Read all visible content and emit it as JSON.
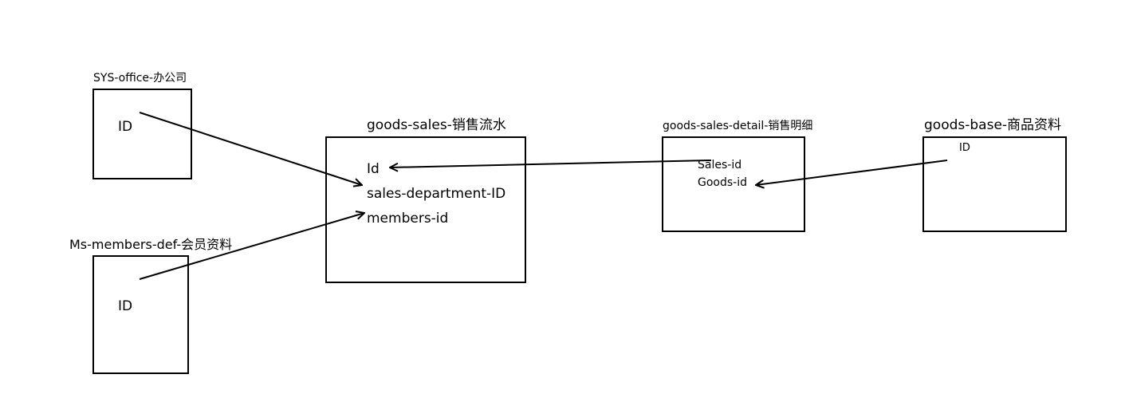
{
  "entities": {
    "sys_office": {
      "title": "SYS-office-办公司",
      "fields": [
        "ID"
      ]
    },
    "members": {
      "title": "Ms-members-def-会员资料",
      "fields": [
        "ID"
      ]
    },
    "goods_sales": {
      "title": "goods-sales-销售流水",
      "fields": [
        "Id",
        "sales-department-ID",
        "members-id"
      ]
    },
    "goods_sales_detail": {
      "title": "goods-sales-detail-销售明细",
      "fields": [
        "Sales-id",
        "Goods-id"
      ]
    },
    "goods_base": {
      "title": "goods-base-商品资料",
      "fields": [
        "ID"
      ]
    }
  },
  "relations": [
    {
      "from": "sys_office.ID",
      "to": "goods_sales.sales-department-ID"
    },
    {
      "from": "members.ID",
      "to": "goods_sales.members-id"
    },
    {
      "from": "goods_sales_detail.Sales-id",
      "to": "goods_sales.Id"
    },
    {
      "from": "goods_base.ID",
      "to": "goods_sales_detail.Goods-id"
    }
  ],
  "colors": {
    "line": "#000000",
    "background": "#ffffff"
  }
}
